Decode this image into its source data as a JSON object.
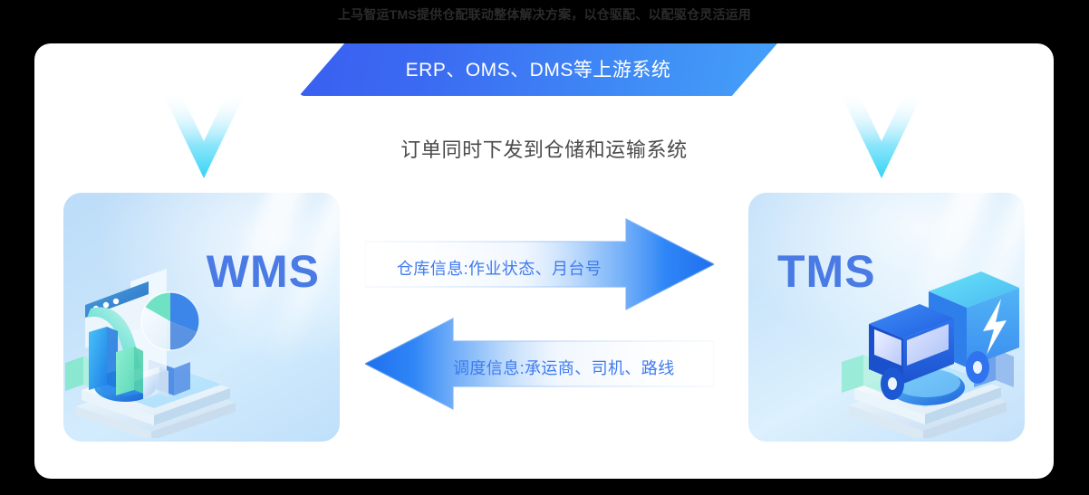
{
  "page": {
    "caption": "上马智运TMS提供仓配联动整体解决方案，以仓驱配、以配驱仓灵活运用",
    "background_color": "#000000",
    "panel_color": "#ffffff"
  },
  "banner": {
    "label": "ERP、OMS、DMS等上游系统",
    "gradient_from": "#3a5ff0",
    "gradient_to": "#45a0f8",
    "text_color": "#ffffff"
  },
  "chevrons": [
    {
      "name": "down-chevron-left",
      "color_top": "#ffffff",
      "color_bottom": "#3fd8f5"
    },
    {
      "name": "down-chevron-right",
      "color_top": "#ffffff",
      "color_bottom": "#3fd8f5"
    }
  ],
  "sub_headline": {
    "text": "订单同时下发到仓储和运输系统",
    "text_color": "#4a4a4a"
  },
  "systems": [
    {
      "id": "wms",
      "title": "WMS",
      "title_color": "#4a7ae4",
      "card_color": "#c6e3fa",
      "illustration": "warehouse-analytics-3d-icon"
    },
    {
      "id": "tms",
      "title": "TMS",
      "title_color": "#4a7ae4",
      "card_color": "#cde7fb",
      "illustration": "delivery-truck-3d-icon"
    }
  ],
  "flows": [
    {
      "id": "wms-to-tms",
      "direction": "right",
      "label": "仓库信息:作业状态、月台号",
      "label_color": "#3f7bee",
      "arrow_color": "#2f86f6"
    },
    {
      "id": "tms-to-wms",
      "direction": "left",
      "label": "调度信息:承运商、司机、路线",
      "label_color": "#3f7bee",
      "arrow_color": "#2f86f6"
    }
  ]
}
